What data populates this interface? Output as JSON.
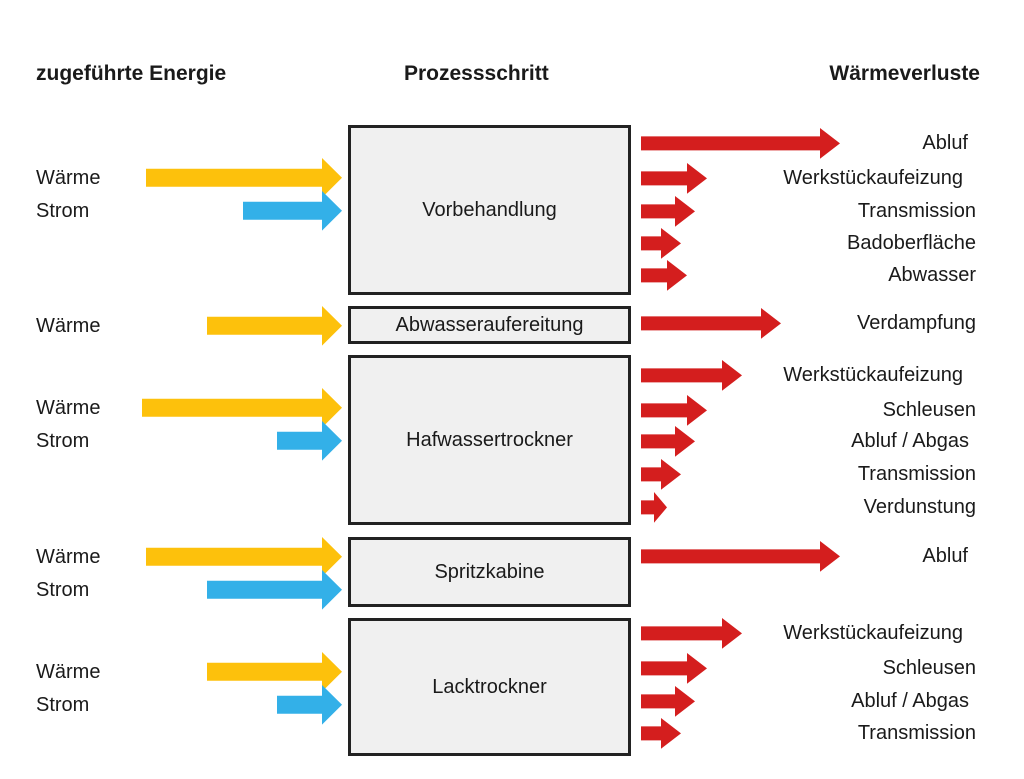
{
  "headers": {
    "input": "zugeführte Energie",
    "process": "Prozessschritt",
    "losses": "Wärmeverluste"
  },
  "colors": {
    "heat": "#FDC10C",
    "power": "#33B0E8",
    "loss": "#D41E1E"
  },
  "steps": [
    {
      "name": "Vorbehandlung",
      "inputs": [
        {
          "label": "Wärme",
          "type": "heat"
        },
        {
          "label": "Strom",
          "type": "power"
        }
      ],
      "losses": [
        "Abluf",
        "Werkstückaufeizung",
        "Transmission",
        "Badoberfläche",
        "Abwasser"
      ]
    },
    {
      "name": "Abwasseraufereitung",
      "inputs": [
        {
          "label": "Wärme",
          "type": "heat"
        }
      ],
      "losses": [
        "Verdampfung"
      ]
    },
    {
      "name": "Hafwassertrockner",
      "inputs": [
        {
          "label": "Wärme",
          "type": "heat"
        },
        {
          "label": "Strom",
          "type": "power"
        }
      ],
      "losses": [
        "Werkstückaufeizung",
        "Schleusen",
        "Abluf / Abgas",
        "Transmission",
        "Verdunstung"
      ]
    },
    {
      "name": "Spritzkabine",
      "inputs": [
        {
          "label": "Wärme",
          "type": "heat"
        },
        {
          "label": "Strom",
          "type": "power"
        }
      ],
      "losses": [
        "Abluf"
      ]
    },
    {
      "name": "Lacktrockner",
      "inputs": [
        {
          "label": "Wärme",
          "type": "heat"
        },
        {
          "label": "Strom",
          "type": "power"
        }
      ],
      "losses": [
        "Werkstückaufeizung",
        "Schleusen",
        "Abluf / Abgas",
        "Transmission"
      ]
    }
  ]
}
